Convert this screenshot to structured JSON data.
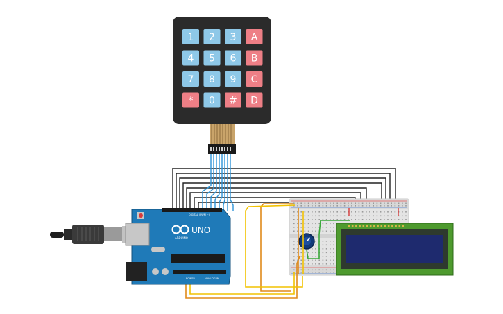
{
  "keypad": {
    "keys": [
      {
        "label": "1",
        "kind": "digit"
      },
      {
        "label": "2",
        "kind": "digit"
      },
      {
        "label": "3",
        "kind": "digit"
      },
      {
        "label": "A",
        "kind": "letter"
      },
      {
        "label": "4",
        "kind": "digit"
      },
      {
        "label": "5",
        "kind": "digit"
      },
      {
        "label": "6",
        "kind": "digit"
      },
      {
        "label": "B",
        "kind": "letter"
      },
      {
        "label": "7",
        "kind": "digit"
      },
      {
        "label": "8",
        "kind": "digit"
      },
      {
        "label": "9",
        "kind": "digit"
      },
      {
        "label": "C",
        "kind": "letter"
      },
      {
        "label": "*",
        "kind": "letter"
      },
      {
        "label": "0",
        "kind": "digit"
      },
      {
        "label": "#",
        "kind": "letter"
      },
      {
        "label": "D",
        "kind": "letter"
      }
    ]
  },
  "arduino": {
    "model": "UNO",
    "brand": "ARDUINO",
    "digital_label": "DIGITAL (PWM ~)",
    "power_label": "POWER",
    "analog_label": "ANALOG IN"
  },
  "colors": {
    "digit_key": "#8ec8e8",
    "letter_key": "#ee7f86",
    "keypad_body": "#2b2b2b",
    "arduino_board": "#1f7ab8",
    "lcd_pcb": "#4e9a2e",
    "lcd_screen": "#1e2a6e",
    "breadboard": "#e4e4e4",
    "wire_dark": "#222222",
    "wire_blue": "#2f95d8",
    "wire_orange": "#e08a1a",
    "wire_yellow": "#f2c200",
    "wire_green": "#3aa83a"
  }
}
